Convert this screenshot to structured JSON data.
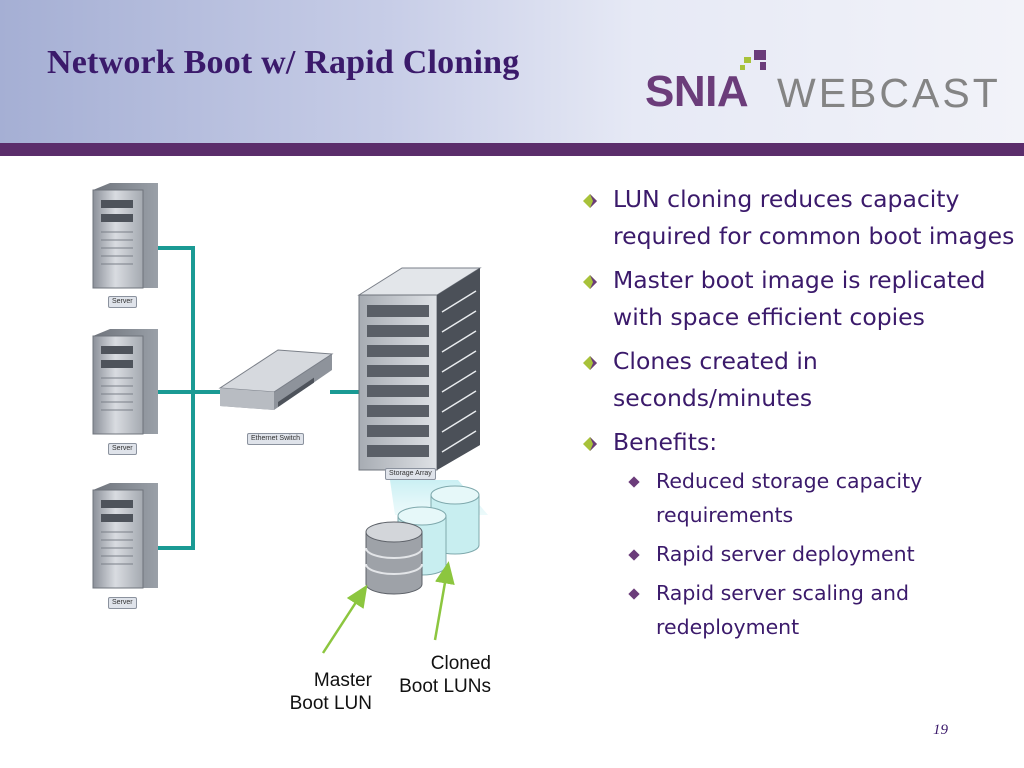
{
  "slide": {
    "title": "Network Boot w/ Rapid Cloning",
    "page_number": "19"
  },
  "logo": {
    "snia": "SNIA",
    "webcast": "WEBCAST",
    "colors": {
      "snia": "#6b3c7a",
      "webcast": "#848484",
      "mark_purple": "#6b3c7a",
      "mark_green": "#a8c23a"
    }
  },
  "diagram": {
    "servers": [
      {
        "label": "Server"
      },
      {
        "label": "Server"
      },
      {
        "label": "Server"
      }
    ],
    "switch_label": "Ethernet Switch",
    "storage_label": "Storage Array",
    "master_lun_caption": "Master\nBoot LUN",
    "cloned_luns_caption": "Cloned\nBoot LUNs",
    "colors": {
      "network_line": "#1a9a94",
      "arrow": "#8cc63f",
      "clone_disk": "#c8eef0",
      "master_disk": "#9ea2a8"
    }
  },
  "bullets": [
    {
      "text": "LUN cloning reduces capacity required for common boot images"
    },
    {
      "text": "Master boot image is replicated with space efficient copies"
    },
    {
      "text": "Clones created in seconds/minutes"
    },
    {
      "text": "Benefits:"
    }
  ],
  "sub_bullets": [
    {
      "text": "Reduced storage capacity requirements"
    },
    {
      "text": "Rapid server deployment"
    },
    {
      "text": "Rapid server scaling and redeployment"
    }
  ],
  "theme": {
    "title_color": "#3b1a6b",
    "rule_color": "#5b2d6b",
    "bullet_purple": "#6b3c7a",
    "bullet_green": "#a8c23a"
  }
}
